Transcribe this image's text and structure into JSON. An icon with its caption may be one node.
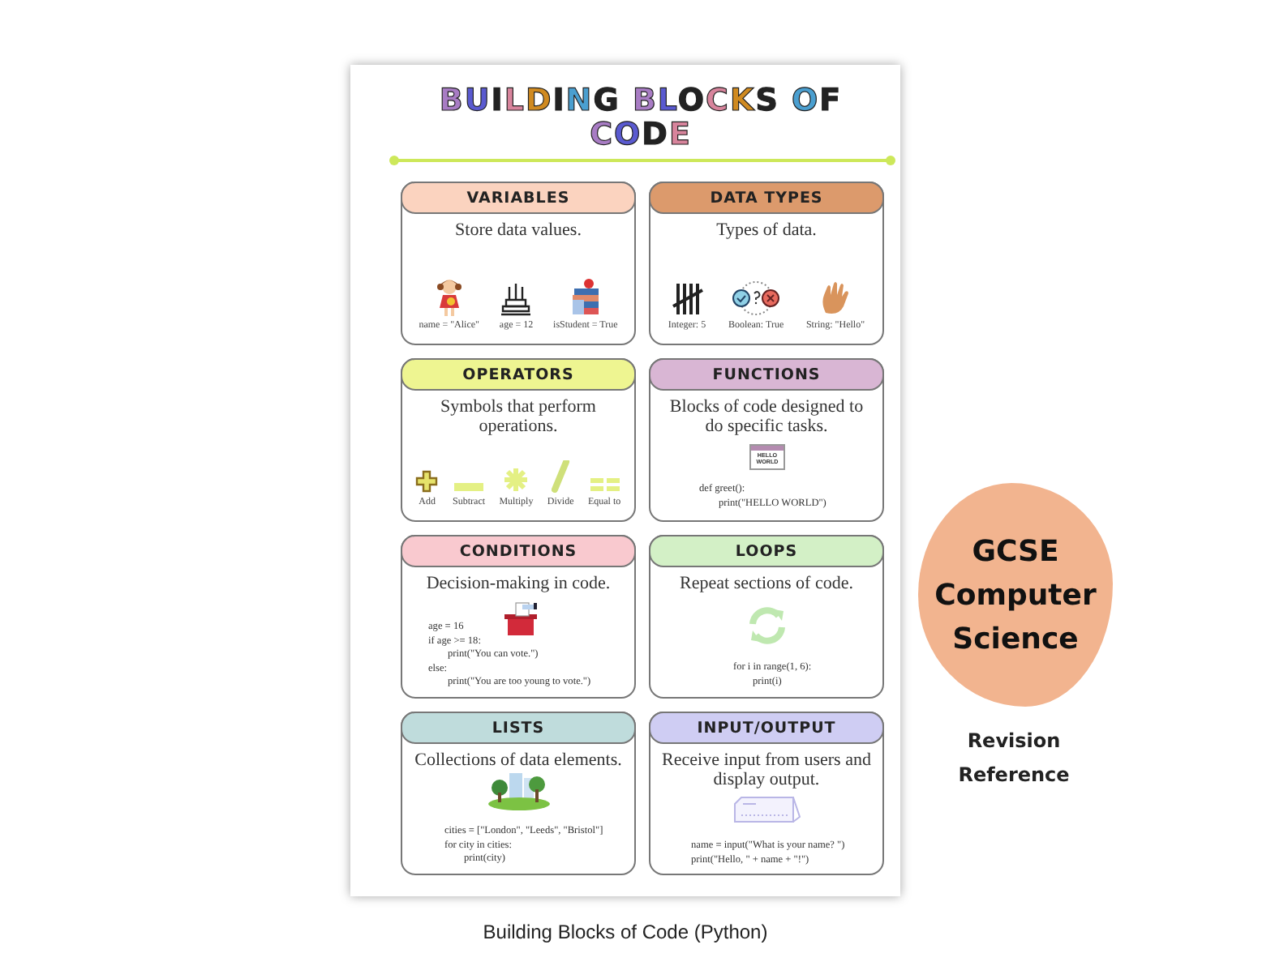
{
  "diagram": {
    "title": "BUILDING BLOCKS OF CODE",
    "caption": "Building Blocks of Code (Python)",
    "nodes": [
      {
        "text": [
          "VARIABLES",
          "Store data values.",
          "name = \"Alice\"",
          "age = 12",
          "isStudent = True"
        ]
      },
      {
        "text": [
          "DATA TYPES",
          "Types of data.",
          "Integer: 5",
          "Boolean: True",
          "String: \"Hello\""
        ]
      },
      {
        "text": [
          "OPERATORS",
          "Symbols that perform operations.",
          "Add",
          "Subtract",
          "Multiply",
          "Divide",
          "Equal to"
        ]
      },
      {
        "text": [
          "FUNCTIONS",
          "Blocks of code designed to do specific tasks.",
          "HELLO WORLD",
          "def greet():",
          "print(\"HELLO WORLD\")"
        ]
      },
      {
        "text": [
          "CONDITIONS",
          "Decision-making in code.",
          "age = 16",
          "if age >= 18:",
          "print(\"You can vote.\")",
          "else:",
          "print(\"You are too young to vote.\")"
        ]
      },
      {
        "text": [
          "LOOPS",
          "Repeat sections of code.",
          "for i in range(1, 6):",
          "print(i)"
        ]
      },
      {
        "text": [
          "LISTS",
          "Collections of data elements.",
          "cities = [\"London\", \"Leeds\", \"Bristol\"]",
          "for city in cities:",
          "print(city)"
        ]
      },
      {
        "text": [
          "INPUT/OUTPUT",
          "Receive input from users and display output.",
          "name = input(\"What is your name? \")",
          "print(\"Hello, \" + name + \"!\")"
        ]
      },
      {
        "text": [
          "GCSE Computer Science"
        ]
      }
    ],
    "labels": [
      "Revision Reference"
    ]
  }
}
